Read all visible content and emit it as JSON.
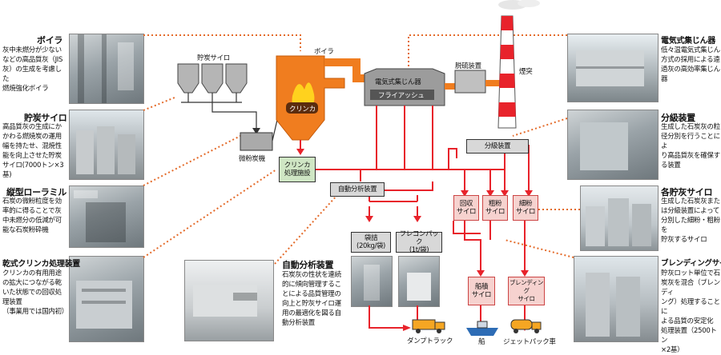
{
  "left_panel": {
    "boiler": {
      "title": "ボイラ",
      "lines": [
        "灰中未燃分が少ない",
        "などの高品質灰（JIS",
        "灰）の生成を考慮した",
        "燃焼強化ボイラ"
      ]
    },
    "coal_silo": {
      "title": "貯炭サイロ",
      "lines": [
        "高品質灰の生成にか",
        "かわる燃焼炭の運用",
        "幅を持たせ、混焼性",
        "能を向上させた貯炭",
        "サイロ(7000トン×3基)"
      ]
    },
    "roller_mill": {
      "title": "縦型ローラミル",
      "lines": [
        "石炭の微粉粒度を効",
        "率的に得ることで灰",
        "中未燃分の低減が可",
        "能な石炭粉砕機"
      ]
    },
    "clinker": {
      "title": "乾式クリンカ処理装置",
      "lines": [
        "クリンカの有用用途",
        "の拡大につながる乾",
        "いた状態での回収処",
        "理装置",
        "（事業用では国内初）"
      ]
    }
  },
  "right_panel": {
    "esp": {
      "title": "電気式集じん器",
      "lines": [
        "低々温電気式集じん",
        "方式の採用による遠",
        "過灰の高効率集じん",
        "器"
      ]
    },
    "classifier": {
      "title": "分級装置",
      "lines": [
        "生成した石炭灰の粒",
        "径分別を行うことによ",
        "り高品質灰を確保す",
        "る装置"
      ]
    },
    "ash_silos": {
      "title": "各貯灰サイロ",
      "lines": [
        "生成した石炭灰また",
        "は分級装置によって",
        "分別した細粉・粗粉を",
        "貯灰するサイロ"
      ]
    },
    "blending": {
      "title": "ブレンディングサイロ",
      "lines": [
        "貯灰ロット単位で石",
        "炭灰を混合（ブレンディ",
        "ング）処理することに",
        "よる品質の安定化",
        "処理装置（2500トン",
        "×2基）"
      ]
    }
  },
  "center": {
    "auto_analyzer": {
      "title": "自動分析装置",
      "lines": [
        "石炭灰の性状を連続",
        "的に傾向管理するこ",
        "とによる品質管理の",
        "向上と貯灰サイロ運",
        "用の最適化を図る自",
        "動分析装置"
      ]
    }
  },
  "diagram": {
    "coal_silo_label": "貯炭サイロ",
    "boiler_label": "ボイラ",
    "clinker_label": "クリンカ",
    "mill_label": "微粉炭機",
    "esp_label": "電気式集じん器",
    "fly_ash_label": "フライアッシュ",
    "desulf_label": "脱硫装置",
    "stack_label": "煙突",
    "clinker_facility": [
      "クリンカ",
      "処理施設"
    ],
    "auto_analyzer_box": "自動分析装置",
    "classifier_box": "分級装置",
    "recovery_silo": [
      "回収",
      "サイロ"
    ],
    "coarse_silo": [
      "粗粉",
      "サイロ"
    ],
    "fine_silo": [
      "細粉",
      "サイロ"
    ],
    "ship_silo": [
      "船積",
      "サイロ"
    ],
    "blending_silo": [
      "ブレンディング",
      "サイロ"
    ],
    "bag": [
      "袋詰",
      "(20kg/袋)"
    ],
    "flecon": [
      "フレコンパック",
      "(1t/袋)"
    ],
    "dump_truck": "ダンプトラック",
    "ship": "船",
    "jet_pack": "ジェットパック車"
  },
  "colors": {
    "flow": "#e8232b",
    "boiler": "#f07d1f",
    "dotted": "#e46b2a",
    "green_box": "#cfe6c4",
    "pink_box": "#f6d2cf"
  }
}
